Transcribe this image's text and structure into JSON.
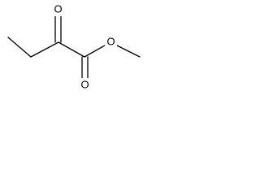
{
  "molecule": {
    "atoms": {
      "ketone_oxygen": "O",
      "ester_carbonyl_oxygen": "O",
      "ester_ether_oxygen": "O"
    },
    "colors": {
      "bond": "#000000",
      "label": "#000000",
      "background": "#ffffff"
    }
  }
}
